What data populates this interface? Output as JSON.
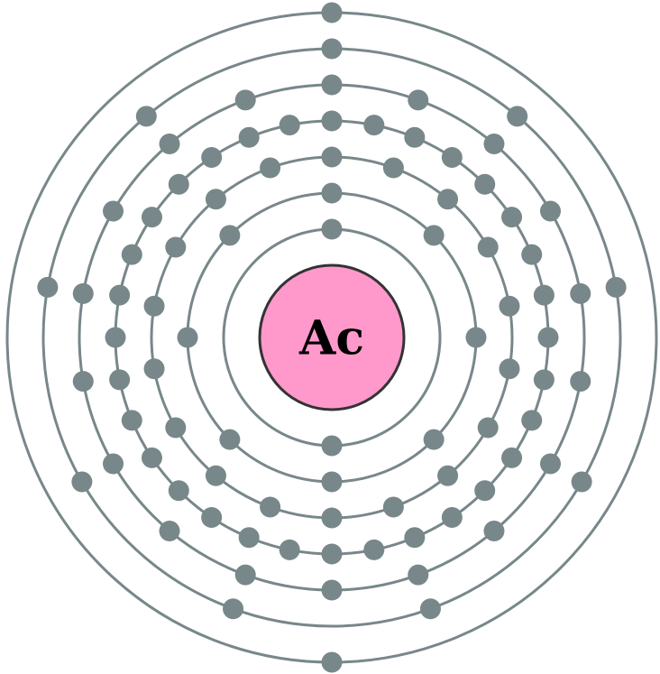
{
  "element": {
    "symbol": "Ac"
  },
  "electron_configuration": {
    "shells": [
      2,
      8,
      18,
      32,
      18,
      9,
      2
    ]
  },
  "colors": {
    "shell_stroke": "#78878a",
    "electron_fill": "#78878a",
    "nucleus_fill": "#ff99cc",
    "nucleus_stroke": "#333333"
  }
}
